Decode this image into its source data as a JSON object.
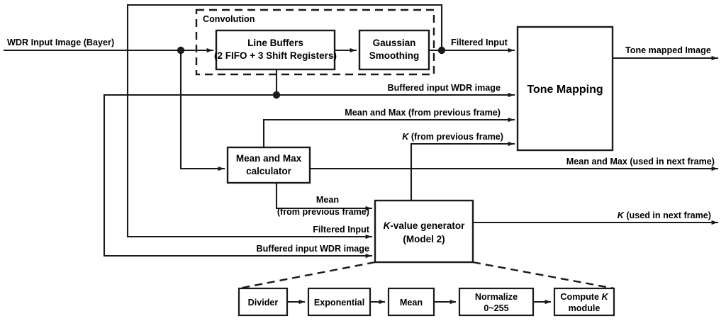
{
  "diagram": {
    "title": "WDR tone mapping hardware block diagram",
    "colors": {
      "stroke": "#1a1a1a",
      "background": "#ffffff",
      "text": "#000000"
    },
    "groups": [
      {
        "id": "convolution",
        "label": "Convolution"
      }
    ],
    "blocks": [
      {
        "id": "line-buffers",
        "line1": "Line Buffers",
        "line2": "(2 FIFO + 3 Shift Registers)"
      },
      {
        "id": "gaussian-smoothing",
        "line1": "Gaussian",
        "line2": "Smoothing"
      },
      {
        "id": "tone-mapping",
        "line1": "Tone Mapping",
        "line2": ""
      },
      {
        "id": "mean-max-calculator",
        "line1": "Mean and Max",
        "line2": "calculator"
      },
      {
        "id": "k-value-generator",
        "line1_a": "K",
        "line1_b": "-value generator",
        "line2": "(Model 2)"
      },
      {
        "id": "divider",
        "line1": "Divider",
        "line2": ""
      },
      {
        "id": "exponential",
        "line1": "Exponential",
        "line2": ""
      },
      {
        "id": "mean",
        "line1": "Mean",
        "line2": ""
      },
      {
        "id": "normalize",
        "line1": "Normalize",
        "line2": "0~255"
      },
      {
        "id": "compute-k",
        "line1_a": "Compute ",
        "line1_b": "K",
        "line2": "module"
      }
    ],
    "signals": [
      {
        "id": "wdr-input",
        "label": "WDR Input Image (Bayer)"
      },
      {
        "id": "filtered-input-top",
        "label": "Filtered Input"
      },
      {
        "id": "tone-mapped-image",
        "label": "Tone mapped Image"
      },
      {
        "id": "buffered-input-wdr-top",
        "label": "Buffered input WDR image"
      },
      {
        "id": "mean-max-prev",
        "label": "Mean and Max (from previous frame)"
      },
      {
        "id": "k-prev",
        "label_italic": "K",
        "label_rest": " (from previous frame)"
      },
      {
        "id": "mean-max-next",
        "label": "Mean and Max (used in next frame)"
      },
      {
        "id": "mean-prev",
        "line1": "Mean",
        "line2": "(from previous frame)"
      },
      {
        "id": "filtered-input-low",
        "label": "Filtered Input"
      },
      {
        "id": "buffered-input-wdr-low",
        "label": "Buffered input WDR image"
      },
      {
        "id": "k-next",
        "label_italic": "K",
        "label_rest": " (used in next frame)"
      }
    ]
  }
}
